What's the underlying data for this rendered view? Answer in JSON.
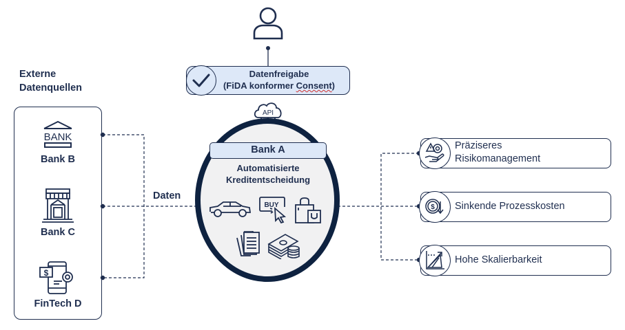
{
  "sources": {
    "heading_line1": "Externe",
    "heading_line2": "Datenquellen",
    "items": [
      {
        "label": "Bank B",
        "icon": "bank-sign-icon"
      },
      {
        "label": "Bank C",
        "icon": "bank-building-icon"
      },
      {
        "label": "FinTech D",
        "icon": "fintech-mobile-icon"
      }
    ]
  },
  "flow_label": "Daten",
  "user": {
    "icon": "user-icon"
  },
  "consent": {
    "line1": "Datenfreigabe",
    "line2_prefix": "(FiDA konformer ",
    "line2_marked": "Consent",
    "line2_suffix": ")",
    "icon": "checkmark-icon"
  },
  "api": {
    "label": "API",
    "icon": "cloud-api-icon"
  },
  "bank_a": {
    "title": "Bank A",
    "subtitle_line1": "Automatisierte",
    "subtitle_line2": "Kreditentscheidung",
    "icons": [
      "car-icon",
      "buy-click-icon",
      "shopping-bag-icon",
      "documents-icon",
      "money-stack-icon"
    ],
    "buy_label": "BUY"
  },
  "benefits": [
    {
      "line1": "Präziseres",
      "line2": "Risikomanagement",
      "icon": "risk-hand-icon"
    },
    {
      "line1": "Sinkende Prozesskosten",
      "line2": "",
      "icon": "cost-down-icon"
    },
    {
      "line1": "Hohe Skalierbarkeit",
      "line2": "",
      "icon": "growth-chart-icon"
    }
  ],
  "colors": {
    "navy": "#1f2e4f",
    "light_blue": "#dde8f8",
    "circle_bg": "#f1f1f2",
    "ring": "#0e2240"
  }
}
